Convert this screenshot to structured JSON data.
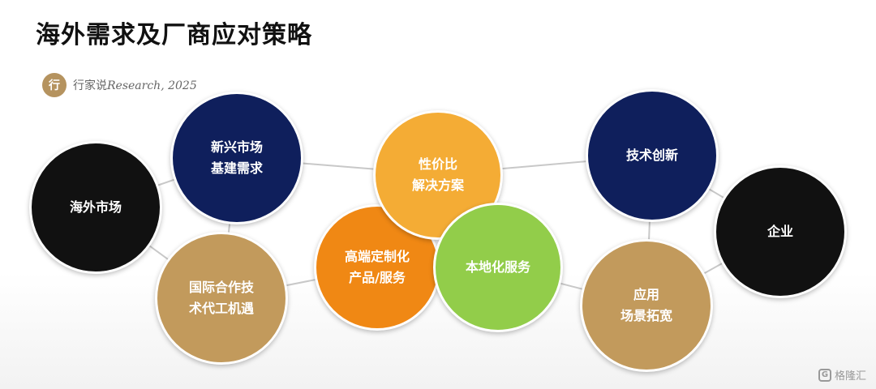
{
  "title": "海外需求及厂商应对策略",
  "brand": {
    "cn": "行家说",
    "en": "Research, 2025"
  },
  "colors": {
    "black": "#111111",
    "navy": "#0f1f5c",
    "gold": "#c29a5c",
    "yellow": "#f4ac35",
    "orange": "#f08814",
    "green": "#92cd4a",
    "line": "#c8c8c8"
  },
  "nodes": {
    "overseas_market": "海外市场",
    "emerging_market": "新兴市场\n基建需求",
    "intl_cooperation": "国际合作技\n术代工机遇",
    "cost_performance": "性价比\n解决方案",
    "highend_custom": "高端定制化\n产品/服务",
    "localized_service": "本地化服务",
    "tech_innovation": "技术创新",
    "enterprise": "企业",
    "application": "应用\n场景拓宽"
  },
  "watermark": "格隆汇"
}
